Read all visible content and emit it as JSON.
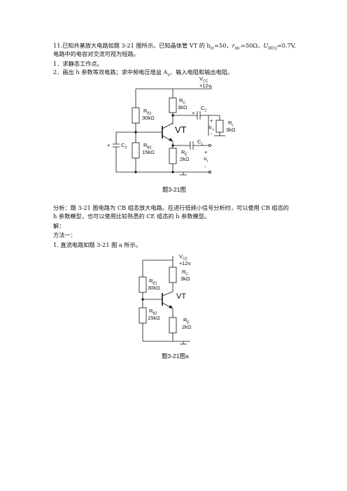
{
  "problem": {
    "line1": "11.已知共基放大电路如题 3-21 图所示。已知晶体管 VT 的 h",
    "hfe_sub": "fe",
    "hfe_val": "=50，",
    "rbb_r": "r",
    "rbb_sub": "bb'",
    "rbb_val": "=50Ω，",
    "ube_u": "U",
    "ube_sub": "BEQ",
    "ube_val": "=0.7V,",
    "line2": "电路中的电容对交流可视为短路。",
    "q1": "1．求静态工作点。",
    "q2": "2．画出 h 参数等效电路；求中频电压增益 A",
    "q2_sub": "u",
    "q2_tail": "、输入电阻和输出电阻。"
  },
  "figure1": {
    "caption": "题3-21图",
    "vcc": "V",
    "vcc_sub": "CC",
    "vcc_val": "+12v",
    "rb1": "R",
    "rb1_sub": "B1",
    "rb1_val": "30kΩ",
    "rb2": "R",
    "rb2_sub": "B2",
    "rb2_val": "15kΩ",
    "rc": "R",
    "rc_sub": "C",
    "rc_val": "3kΩ",
    "re": "R",
    "re_sub": "E",
    "re_val": "2kΩ",
    "rl": "R",
    "rl_sub": "L",
    "rl_val": "3kΩ",
    "c1": "C",
    "c1_sub": "1",
    "c2": "C",
    "c2_sub": "2",
    "c3": "C",
    "c3_sub": "3",
    "vt": "VT",
    "uo": "u",
    "uo_sub": "o",
    "ui": "u",
    "ui_sub": "i",
    "plus": "+",
    "minus": "-"
  },
  "analysis": {
    "line1": "分析：题 3-21 图电路为 CB 组态放大电路。在进行低频小信号分析时，可以使用 CB 组态的",
    "line2": "h 参数模型，也可以使用比较熟悉的 CE 组态的 h 参数模型。",
    "jie": "解：",
    "method": "方法一：",
    "step1": "1.   直流电路如题 3-21 图 a 所示。"
  },
  "figure2": {
    "caption": "题3-21图a",
    "vcc": "V",
    "vcc_sub": "CC",
    "vcc_val": "+12v",
    "rb1": "R",
    "rb1_sub": "B1",
    "rb1_val": "30kΩ",
    "rb2": "R",
    "rb2_sub": "B2",
    "rb2_val": "15kΩ",
    "rc": "R",
    "rc_sub": "C",
    "rc_val": "3kΩ",
    "re": "R",
    "re_sub": "E",
    "re_val": "2kΩ",
    "vt": "VT"
  }
}
